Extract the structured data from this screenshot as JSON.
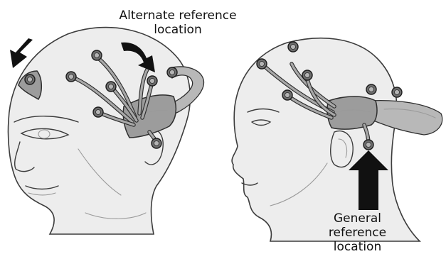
{
  "labels": {
    "alternate_reference": [
      "Alternate reference",
      "location"
    ],
    "general_reference": [
      "General",
      "reference",
      "location"
    ]
  },
  "colors": {
    "skin": "#ededed",
    "outline": "#3c3c3c",
    "headband": "#9c9c9c",
    "electrode": "#6e6e6e",
    "arrow": "#111111"
  }
}
